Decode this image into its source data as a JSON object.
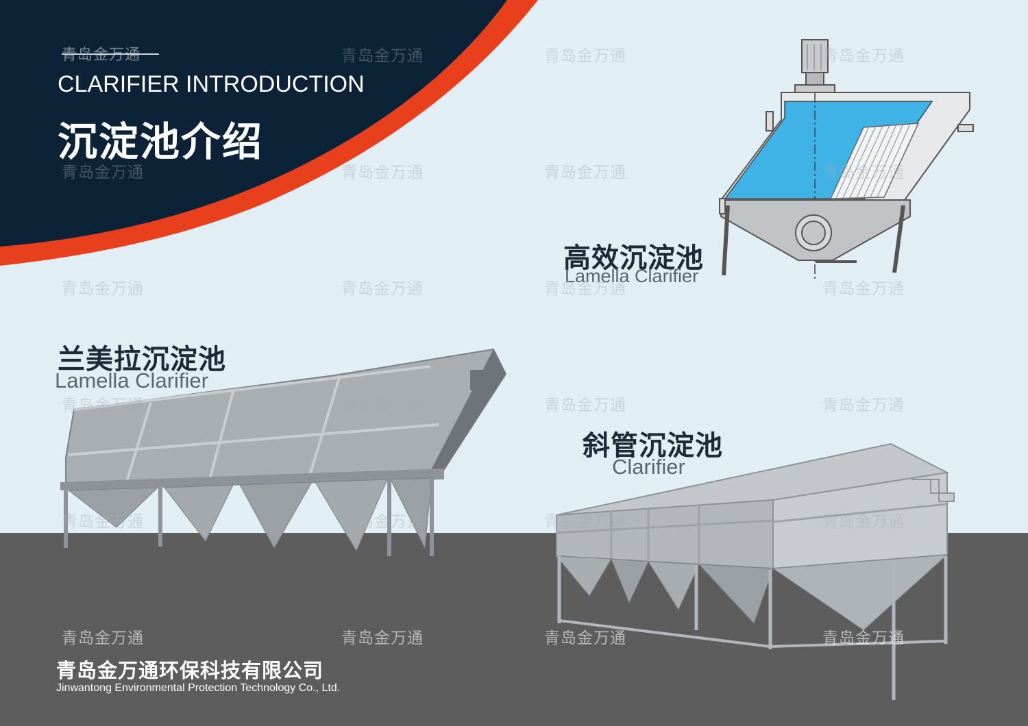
{
  "header": {
    "subtitle_cn": "青岛金万通",
    "title_en": "CLARIFIER INTRODUCTION",
    "title_cn": "沉淀池介绍"
  },
  "products": [
    {
      "name_cn": "高效沉淀池",
      "name_en": "Lamella Clarifier"
    },
    {
      "name_cn": "兰美拉沉淀池",
      "name_en": "Lamella Clarifier"
    },
    {
      "name_cn": "斜管沉淀池",
      "name_en": "Clarifier"
    }
  ],
  "footer": {
    "company_cn": "青岛金万通环保科技有限公司",
    "company_en": "Jinwantong Environmental Protection Technology Co., Ltd."
  },
  "watermark": "青岛金万通",
  "colors": {
    "navy": "#0c2237",
    "red_accent": "#e8401d",
    "sky": "#e1eff4",
    "floor": "#5d5d5d",
    "water_blue": "#3fb3e6",
    "steel": "#a9aeb3"
  }
}
